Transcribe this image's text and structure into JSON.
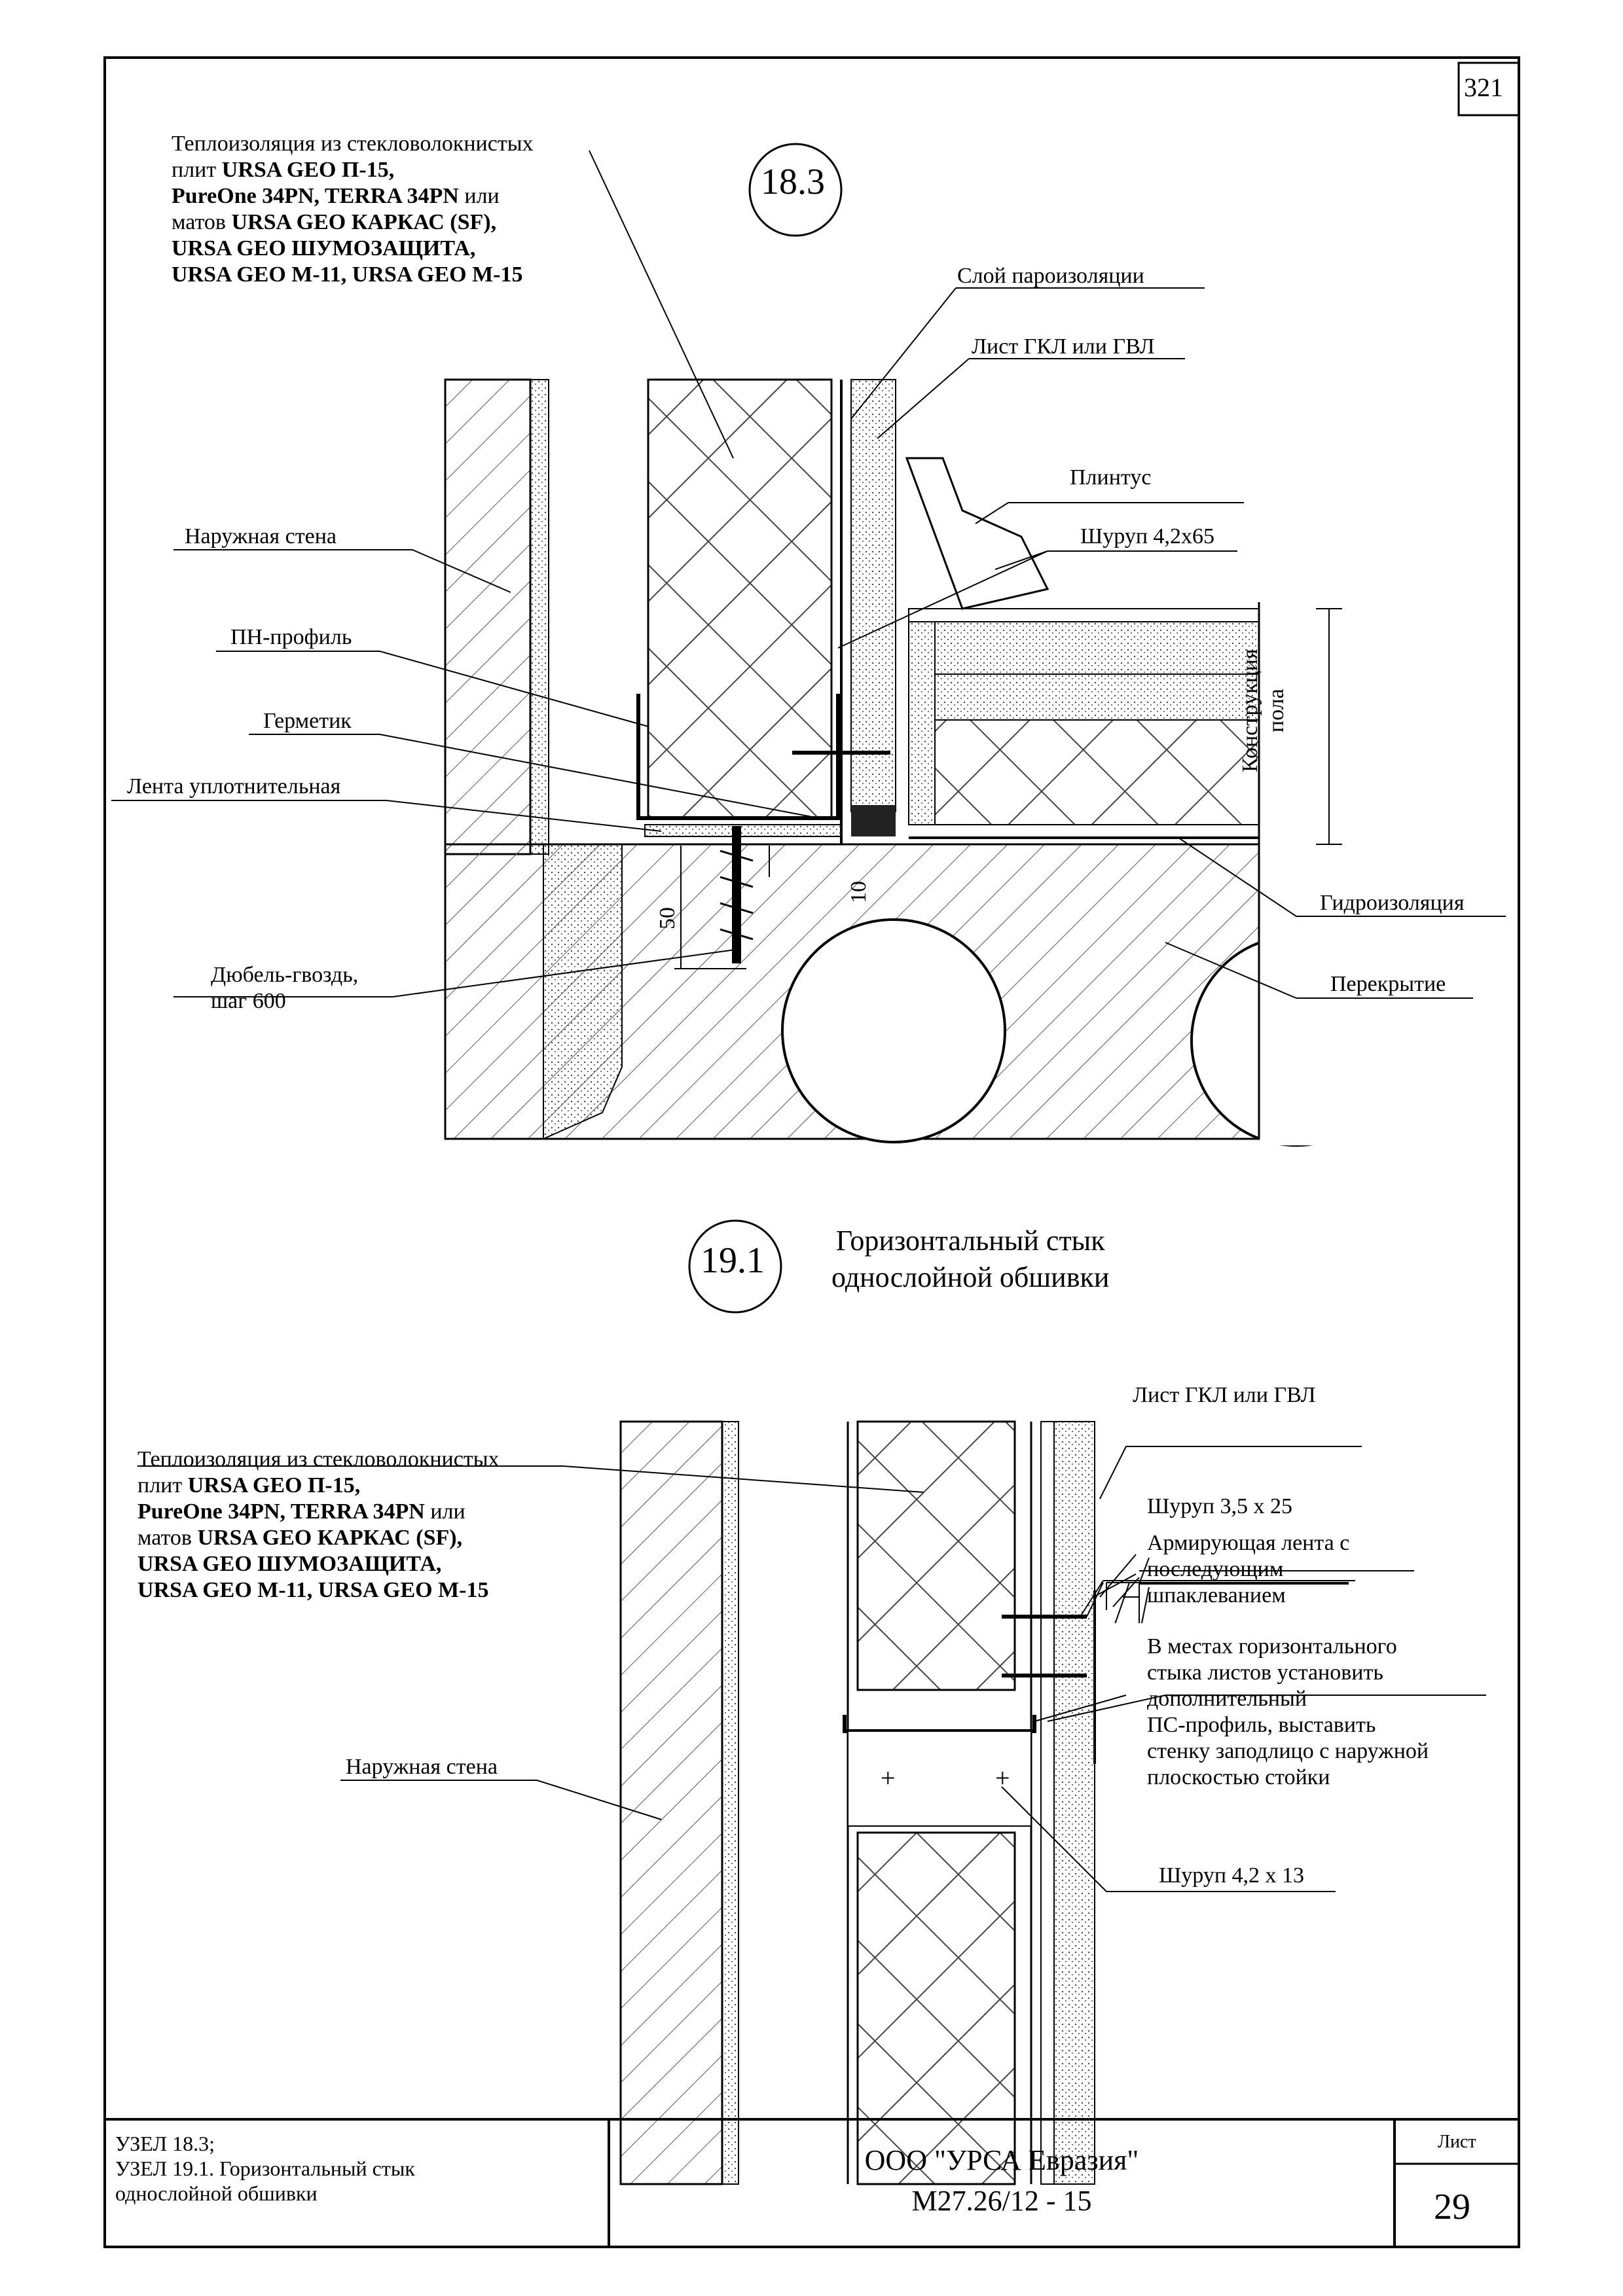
{
  "page_number": "321",
  "node_a": {
    "number": "18.3",
    "insulation": [
      "Теплоизоляция из стекловолокнистых",
      "плит ",
      "URSA GEO П-15,",
      "PureOne 34PN, TERRA 34PN",
      " или",
      "матов ",
      "URSA GEO КАРКАС (SF),",
      "URSA GEO ШУМОЗАЩИТА,",
      "URSA GEO М-11,  URSA GEO М-15"
    ],
    "labels": {
      "vapor": "Слой пароизоляции",
      "gkl": "Лист ГКЛ или ГВЛ",
      "plinth": "Плинтус",
      "screw": "Шуруп 4,2х65",
      "outer_wall": "Наружная стена",
      "pn_profile": "ПН-профиль",
      "sealant": "Герметик",
      "tape": "Лента уплотнительная",
      "dowel": [
        "Дюбель-гвоздь,",
        "шаг 600"
      ],
      "floor": [
        "Конструкция",
        "пола"
      ],
      "waterproof": "Гидроизоляция",
      "slab": "Перекрытие",
      "dim_50": "50",
      "dim_10": "10"
    }
  },
  "node_b": {
    "number": "19.1",
    "title": [
      "Горизонтальный стык",
      "однослойной обшивки"
    ],
    "insulation": [
      "Теплоизоляция из стекловолокнистых",
      "плит ",
      "URSA GEO П-15,",
      "PureOne 34PN, TERRA 34PN",
      " или",
      "матов ",
      "URSA GEO КАРКАС (SF),",
      "URSA GEO ШУМОЗАЩИТА,",
      "URSA GEO М-11,  URSA GEO М-15"
    ],
    "labels": {
      "gkl": "Лист ГКЛ или ГВЛ",
      "screw_35": "Шуруп 3,5 х 25",
      "tape": [
        "Армирующая лента с",
        "последующим",
        "шпаклеванием"
      ],
      "note": [
        "В местах горизонтального",
        "стыка листов установить",
        "дополнительный",
        "ПС-профиль, выставить",
        "стенку заподлицо с  наружной",
        "плоскостью стойки"
      ],
      "outer_wall": "Наружная стена",
      "screw_42": "Шуруп 4,2 х 13"
    }
  },
  "title_block": {
    "left": [
      "УЗЕЛ 18.3;",
      "УЗЕЛ 19.1. Горизонтальный стык",
      "однослойной обшивки"
    ],
    "company": "ООО \"УРСА Евразия\"",
    "code": "М27.26/12 - 15",
    "sheet_label": "Лист",
    "sheet_number": "29"
  }
}
